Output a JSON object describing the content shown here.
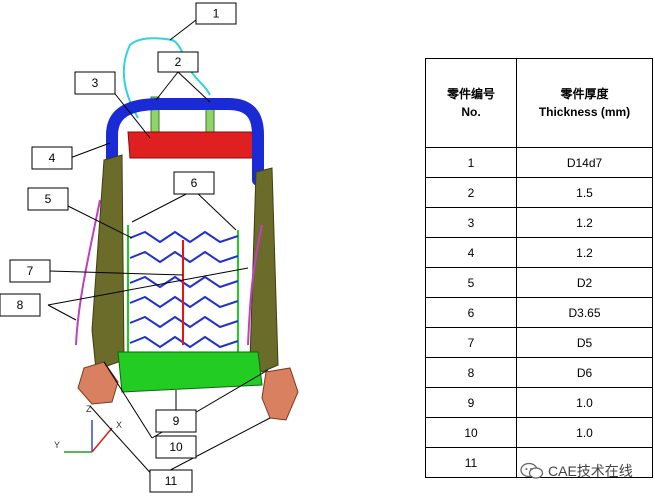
{
  "callouts": [
    "1",
    "2",
    "3",
    "4",
    "5",
    "6",
    "7",
    "8",
    "9",
    "10",
    "11"
  ],
  "axes": {
    "x": "X",
    "y": "Y",
    "z": "Z"
  },
  "table": {
    "header": {
      "col1_line1": "零件编号",
      "col1_line2": "No.",
      "col2_line1": "零件厚度",
      "col2_line2": "Thickness (mm)"
    },
    "rows": [
      {
        "no": "1",
        "thickness": "D14d7"
      },
      {
        "no": "2",
        "thickness": "1.5"
      },
      {
        "no": "3",
        "thickness": "1.2"
      },
      {
        "no": "4",
        "thickness": "1.2"
      },
      {
        "no": "5",
        "thickness": "D2"
      },
      {
        "no": "6",
        "thickness": "D3.65"
      },
      {
        "no": "7",
        "thickness": "D5"
      },
      {
        "no": "8",
        "thickness": "D6"
      },
      {
        "no": "9",
        "thickness": "1.0"
      },
      {
        "no": "10",
        "thickness": "1.0"
      },
      {
        "no": "11",
        "thickness": ""
      }
    ]
  },
  "watermark": "CAE技术在线",
  "colors": {
    "headrest_wire": "#2ad4e0",
    "guide": "#8fd36a",
    "top_tube": "#1a2bd6",
    "upper_cross": "#e02020",
    "side_frame": "#6b6b2a",
    "springs": "#2233cc",
    "center_wire": "#ee1111",
    "side_wire_magenta": "#c040c0",
    "side_wire_green": "#22cc22",
    "lower_cross": "#22cc22",
    "brackets": "#d98060"
  }
}
